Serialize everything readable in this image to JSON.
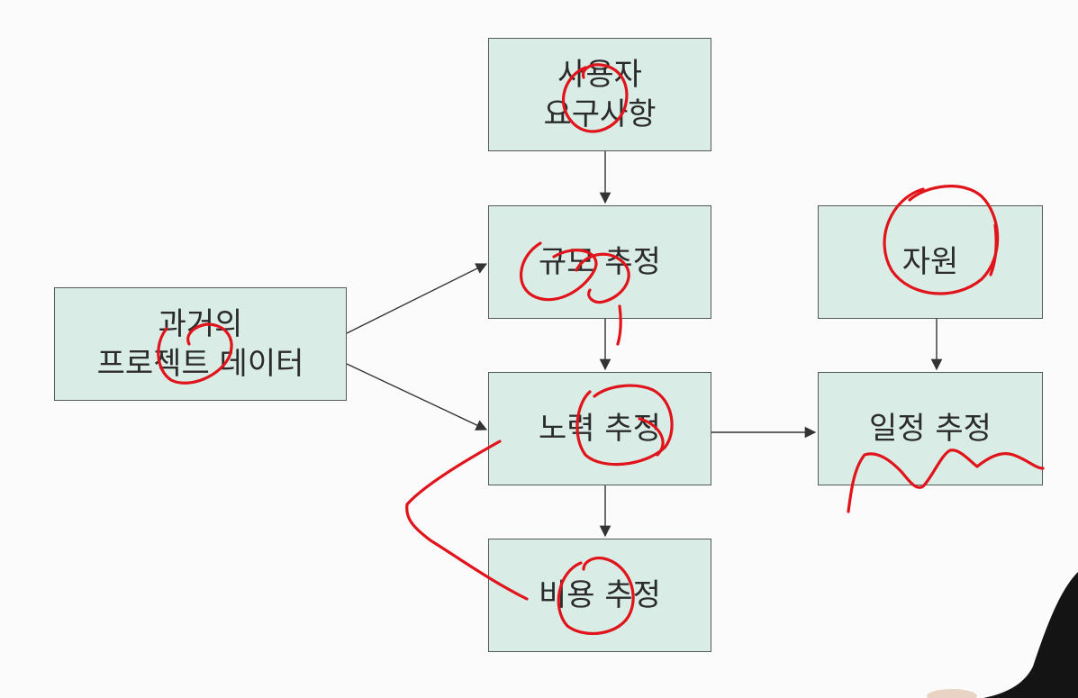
{
  "diagram": {
    "nodes": {
      "user_requirements": [
        "사용자",
        "요구사항"
      ],
      "size_estimation": [
        "규모 추정"
      ],
      "effort_estimation": [
        "노력 추정"
      ],
      "cost_estimation": [
        "비용 추정"
      ],
      "past_project_data": [
        "과거의",
        "프로젝트 데이터"
      ],
      "resources": [
        "자원"
      ],
      "schedule_estimation": [
        "일정 추정"
      ]
    },
    "edges": [
      {
        "from": "사용자 요구사항",
        "to": "규모 추정"
      },
      {
        "from": "과거의 프로젝트 데이터",
        "to": "규모 추정"
      },
      {
        "from": "과거의 프로젝트 데이터",
        "to": "노력 추정"
      },
      {
        "from": "규모 추정",
        "to": "노력 추정"
      },
      {
        "from": "노력 추정",
        "to": "비용 추정"
      },
      {
        "from": "노력 추정",
        "to": "일정 추정"
      },
      {
        "from": "자원",
        "to": "일정 추정"
      }
    ],
    "colors": {
      "box_fill": "#d9ece6",
      "box_border": "#555a58",
      "arrow": "#333333",
      "annotation": "#e0141a"
    }
  }
}
